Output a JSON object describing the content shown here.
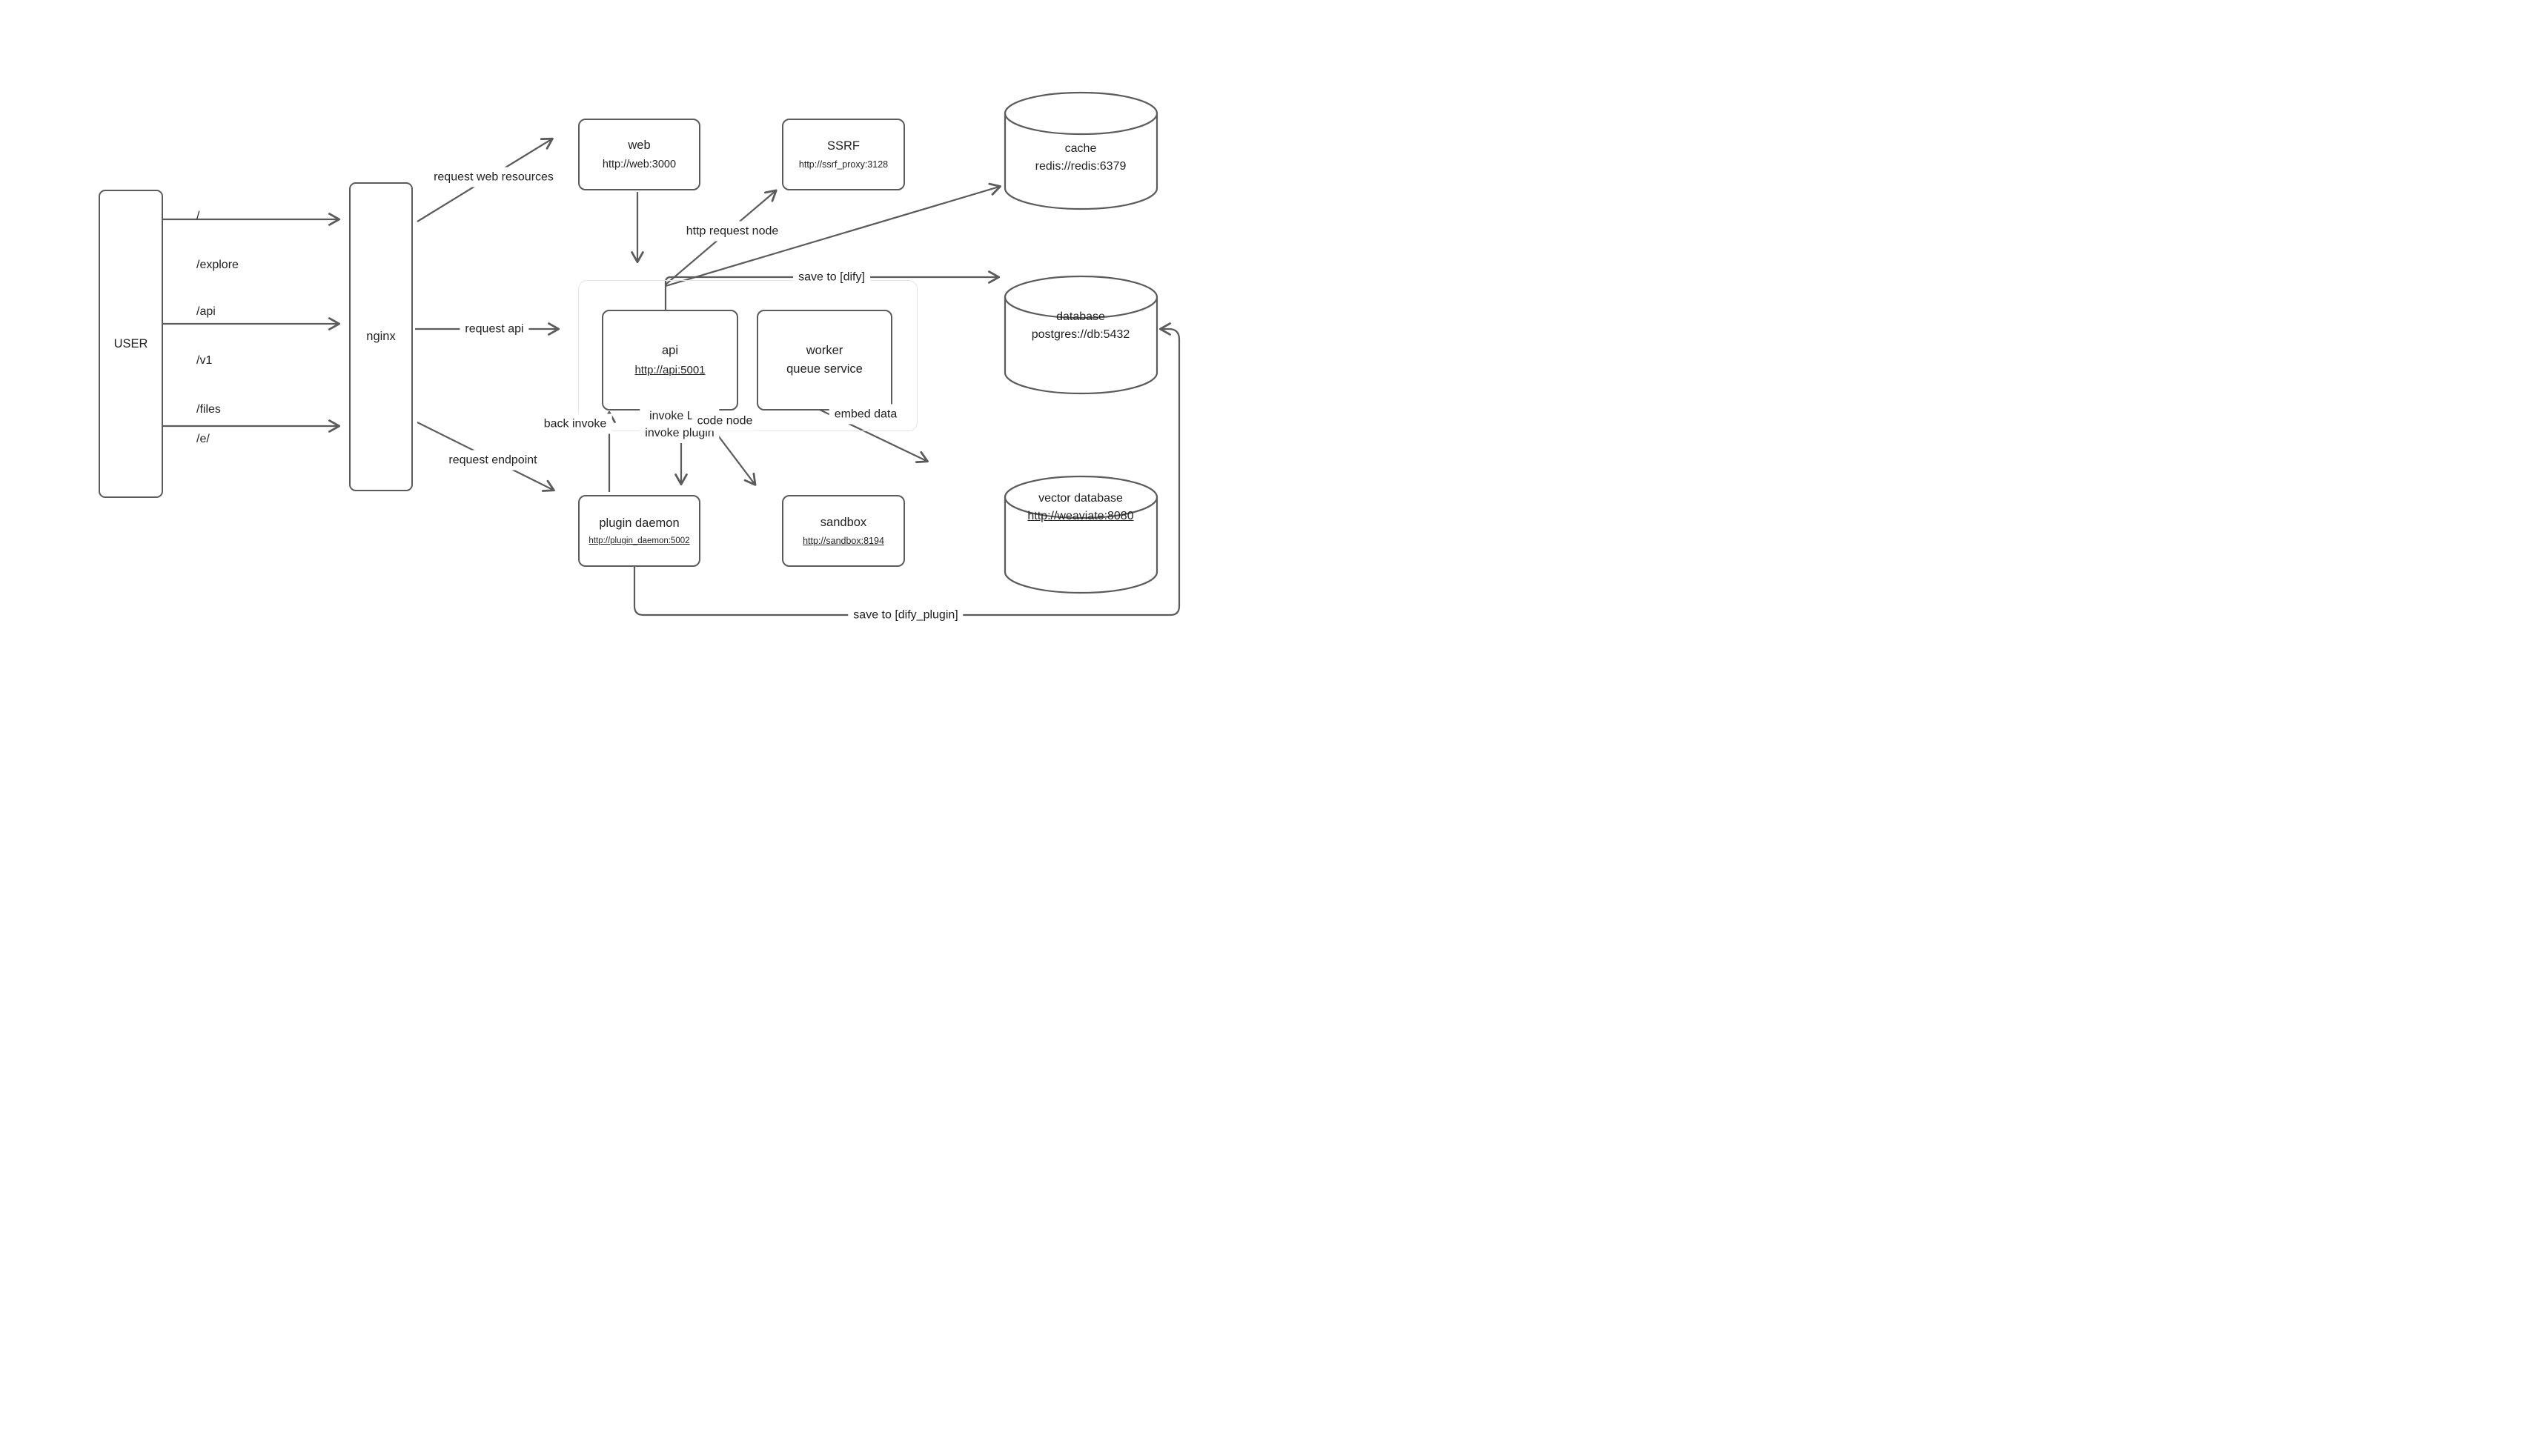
{
  "colors": {
    "stroke": "#5b5b5b",
    "text": "#222222",
    "group_border": "#e4e4e4",
    "canvas": "#ffffff"
  },
  "nodes": {
    "user": {
      "label": "USER"
    },
    "nginx": {
      "label": "nginx"
    },
    "web": {
      "title": "web",
      "url": "http://web:3000"
    },
    "ssrf": {
      "title": "SSRF",
      "url": "http://ssrf_proxy:3128"
    },
    "cache": {
      "title": "cache",
      "url": "redis://redis:6379"
    },
    "api": {
      "title": "api",
      "url": "http://api:5001"
    },
    "worker": {
      "title": "worker",
      "subtitle": "queue service"
    },
    "database": {
      "title": "database",
      "url": "postgres://db:5432"
    },
    "plugin_daemon": {
      "title": "plugin daemon",
      "url": "http://plugin_daemon:5002"
    },
    "sandbox": {
      "title": "sandbox",
      "url": "http://sandbox:8194"
    },
    "vector_database": {
      "title": "vector database",
      "url": "http://weaviate:8080"
    }
  },
  "routes": {
    "top": [
      "/",
      "/explore"
    ],
    "middle": [
      "/api",
      "/v1",
      "/files"
    ],
    "bottom": [
      "/e/"
    ]
  },
  "edges": {
    "request_web_resources": "request web resources",
    "request_api": "request api",
    "request_endpoint": "request endpoint",
    "http_request_node": "http request node",
    "save_to_dify": "save to [dify]",
    "back_invoke": "back invoke",
    "invoke_llm": "invoke LLM",
    "invoke_plugin": "invoke plugin",
    "code_node": "code node",
    "embed_data": "embed data",
    "save_to_dify_plugin": "save to [dify_plugin]"
  }
}
